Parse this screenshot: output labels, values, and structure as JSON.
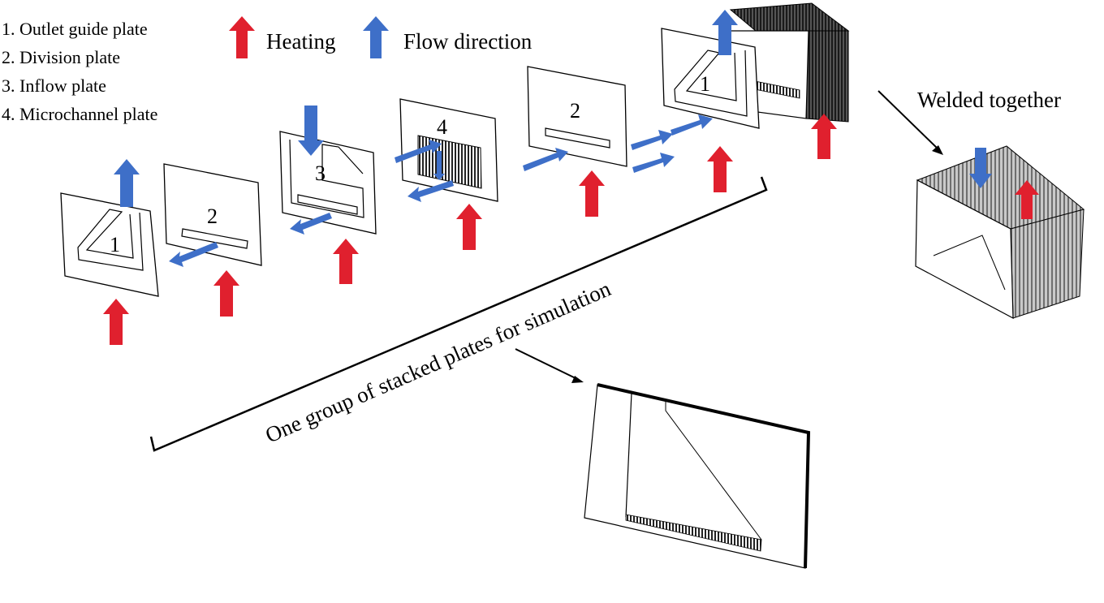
{
  "legend": {
    "items": [
      "1. Outlet guide plate",
      "2. Division plate",
      "3. Inflow plate",
      "4. Microchannel plate"
    ],
    "heating_label": "Heating",
    "flow_label": "Flow direction"
  },
  "plates": [
    {
      "label": "1"
    },
    {
      "label": "2"
    },
    {
      "label": "3"
    },
    {
      "label": "4"
    },
    {
      "label": "2"
    },
    {
      "label": "1"
    }
  ],
  "annotations": {
    "welded": "Welded together",
    "group": "One group of stacked plates for simulation"
  },
  "colors": {
    "heating": "#e0202e",
    "flow": "#3e6fc8"
  }
}
